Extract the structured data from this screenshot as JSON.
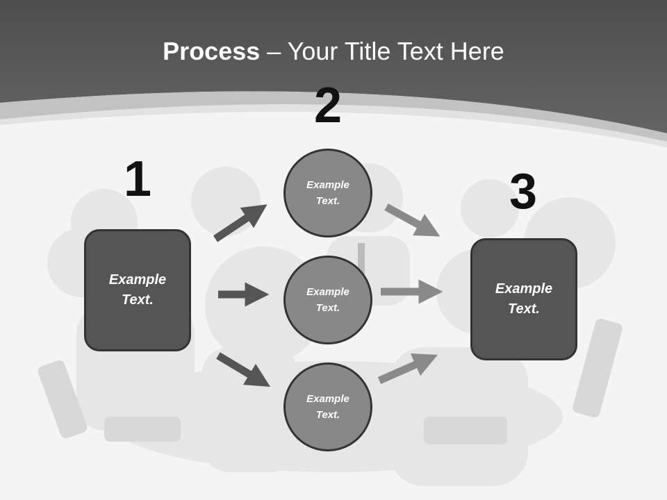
{
  "slide": {
    "title_bold": "Process",
    "title_rest": " – Your Title Text Here",
    "steps": [
      {
        "number": "1",
        "text": "Example\nText."
      },
      {
        "number": "2",
        "items": [
          "Example\nText.",
          "Example\nText.",
          "Example\nText."
        ]
      },
      {
        "number": "3",
        "text": "Example\nText."
      }
    ]
  },
  "colors": {
    "header": "#555555",
    "box_fill": "#555555",
    "circle_fill": "#888888",
    "arrow_dark": "#555555",
    "arrow_light": "#8a8a8a"
  }
}
